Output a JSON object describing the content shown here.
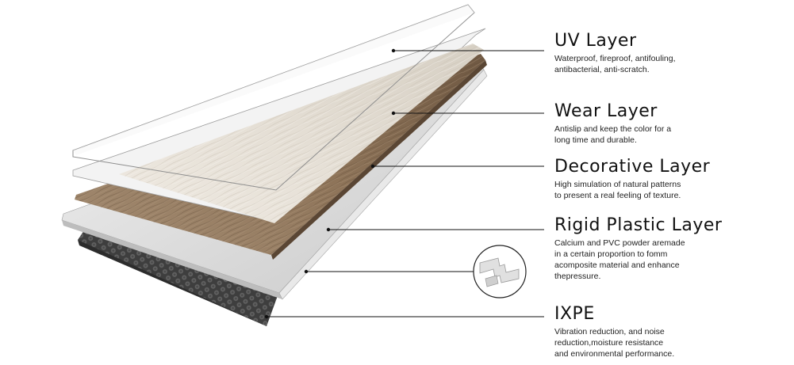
{
  "layers": [
    {
      "title": "UV Layer",
      "description": "Waterproof, fireproof, antifouling,\nantibacterial, anti-scratch."
    },
    {
      "title": "Wear Layer",
      "description": "Antislip and keep the color for a\nlong time and durable."
    },
    {
      "title": "Decorative Layer",
      "description": "High simulation of natural patterns\nto present a real feeling of texture."
    },
    {
      "title": "Rigid Plastic Layer",
      "description": "Calcium and PVC powder aremade\nin a certain proportion to fomm\nacomposite material and enhance\nthepressure."
    },
    {
      "title": "IXPE",
      "description": "Vibration reduction, and noise\nreduction,moisture resistance\nand environmental performance."
    }
  ],
  "colors": {
    "wood_light": "#e2dcd2",
    "wood_dark": "#8c7258",
    "core": "#dcdcdc",
    "ixpe": "#4a4a4a",
    "leader_line": "#111111"
  },
  "icons": [
    "click-lock-joint-icon"
  ]
}
